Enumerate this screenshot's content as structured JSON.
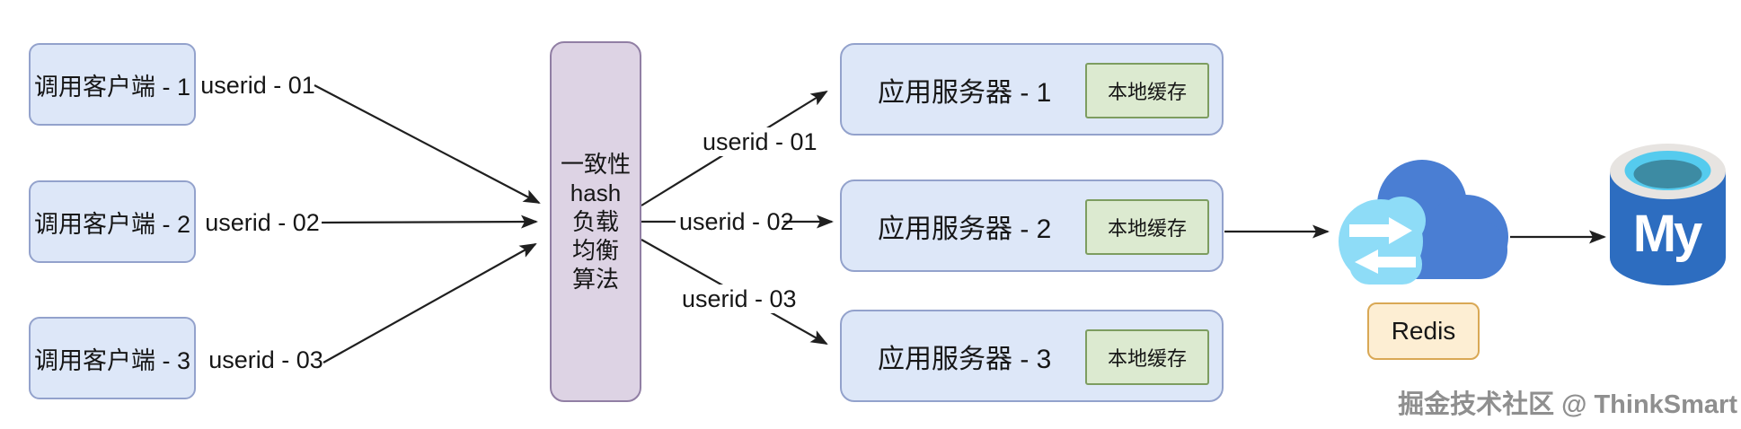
{
  "diagram": {
    "clients": [
      {
        "label": "调用客户端 - 1"
      },
      {
        "label": "调用客户端 - 2"
      },
      {
        "label": "调用客户端 - 3"
      }
    ],
    "client_requests": [
      "userid - 01",
      "userid - 02",
      "userid - 03"
    ],
    "balancer": {
      "lines": [
        "一致性",
        "hash",
        "负载",
        "均衡",
        "算法"
      ]
    },
    "routed_requests": [
      "userid - 01",
      "userid - 02",
      "userid - 03"
    ],
    "servers": [
      {
        "label": "应用服务器 - 1",
        "cache_label": "本地缓存"
      },
      {
        "label": "应用服务器 - 2",
        "cache_label": "本地缓存"
      },
      {
        "label": "应用服务器 - 3",
        "cache_label": "本地缓存"
      }
    ],
    "redis": {
      "label": "Redis"
    },
    "mysql": {
      "label": "My"
    },
    "watermark": "掘金技术社区 @ ThinkSmart",
    "colors": {
      "node_fill": "#dde7f8",
      "node_border": "#93a2cc",
      "balancer_fill": "#ddd3e4",
      "balancer_border": "#917fa4",
      "cache_fill": "#dcead0",
      "cache_border": "#7d9d60",
      "redis_label_fill": "#fdeed3",
      "redis_label_border": "#d9a855",
      "cloud_blue": "#4a7ed3",
      "cloud_cyan": "#8edcf7",
      "db_body_blue": "#2d6dc0",
      "db_rim": "#e7e4e1",
      "db_opening_cyan": "#55cbee",
      "db_opening_teal": "#3d8ba3",
      "arrow": "#1f1f1f"
    }
  }
}
